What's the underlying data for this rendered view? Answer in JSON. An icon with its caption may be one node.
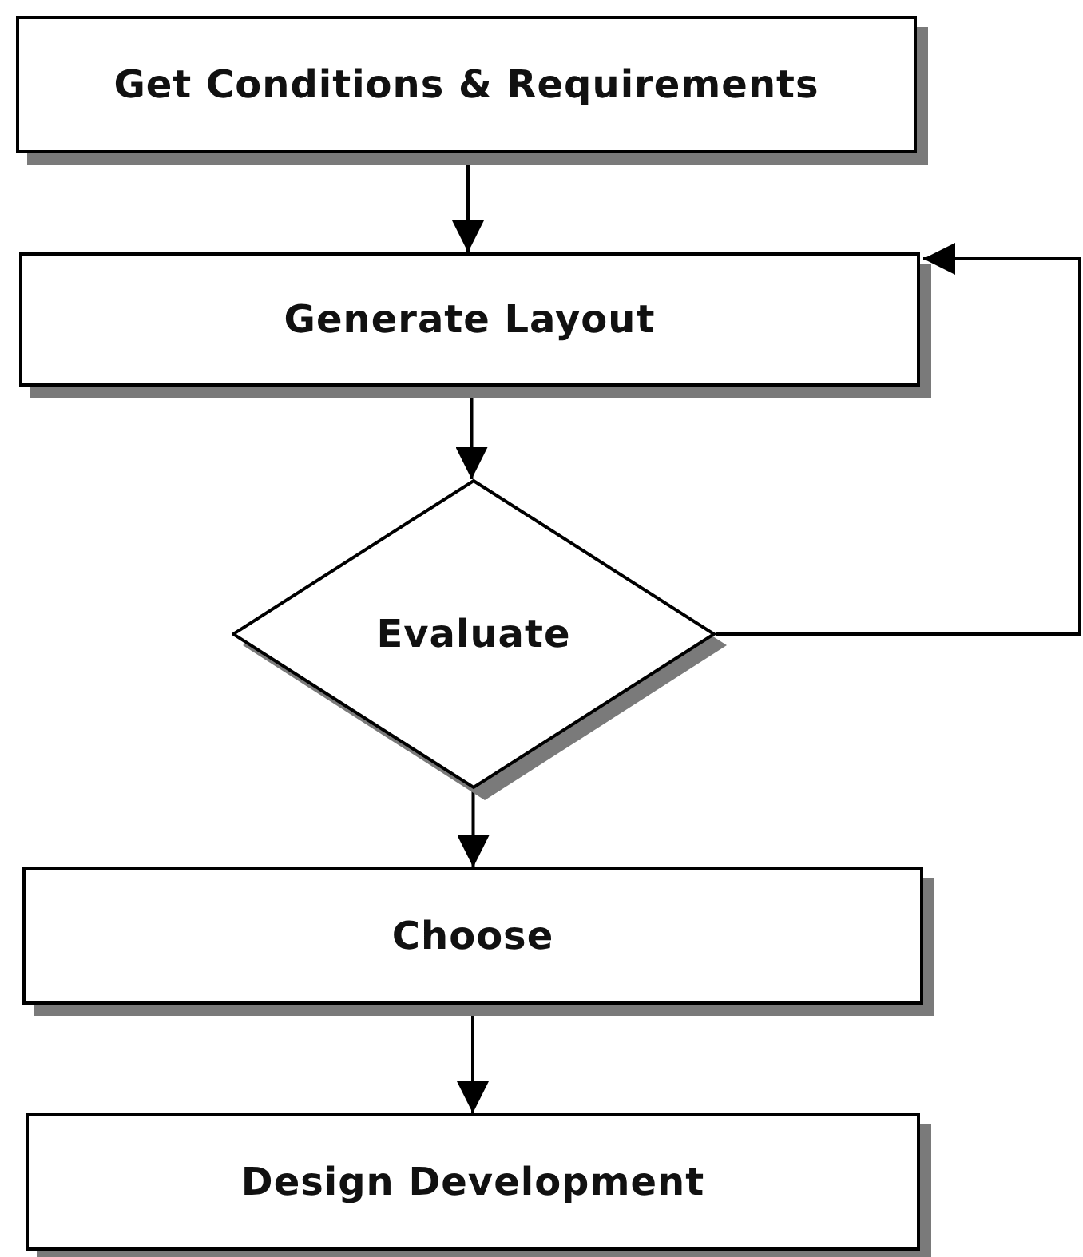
{
  "diagram": {
    "nodes": [
      {
        "text": [
          "Get Conditions & Requirements"
        ]
      },
      {
        "text": [
          "Generate Layout"
        ]
      },
      {
        "text": [
          "Evaluate"
        ]
      },
      {
        "text": [
          "Choose"
        ]
      },
      {
        "text": [
          "Design Development"
        ]
      }
    ],
    "edges": [
      {
        "from": 0,
        "to": 1,
        "arrow": "to"
      },
      {
        "from": 1,
        "to": 2,
        "arrow": "to"
      },
      {
        "from": 2,
        "to": 3,
        "arrow": "to"
      },
      {
        "from": 3,
        "to": 4,
        "arrow": "to"
      },
      {
        "from": 2,
        "to": 1,
        "arrow": "to"
      }
    ]
  }
}
